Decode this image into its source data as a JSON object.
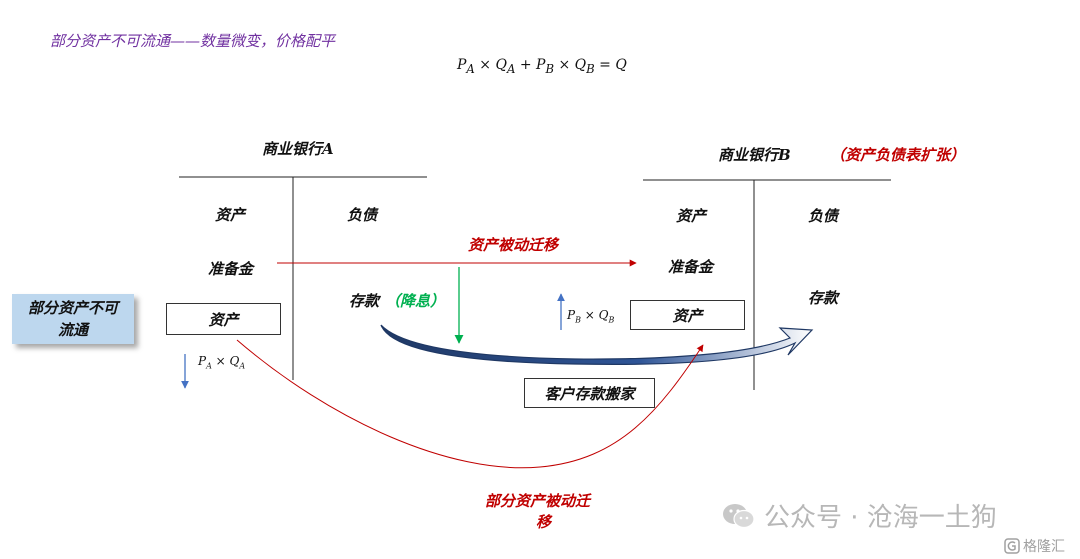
{
  "title": "部分资产不可流通——数量微变，价格配平",
  "formula": {
    "pa": "P",
    "pa_sub": "A",
    "times1": " × ",
    "qa": "Q",
    "qa_sub": "A",
    "plus": " + ",
    "pb": "P",
    "pb_sub": "B",
    "times2": " × ",
    "qb": "Q",
    "qb_sub": "B",
    "eq": " = Q"
  },
  "bank_a": {
    "name": "商业银行A",
    "assets_header": "资产",
    "liabilities_header": "负债",
    "reserve": "准备金",
    "asset_box": "资产",
    "deposit": "存款",
    "deposit_note": "（降息）",
    "price_label": {
      "p": "P",
      "p_sub": "A",
      "times": " × ",
      "q": "Q",
      "q_sub": "A"
    }
  },
  "bank_b": {
    "name": "商业银行B",
    "note": "（资产负债表扩张）",
    "assets_header": "资产",
    "liabilities_header": "负债",
    "reserve": "准备金",
    "asset_box": "资产",
    "deposit": "存款",
    "price_label": {
      "p": "P",
      "p_sub": "B",
      "times": " × ",
      "q": "Q",
      "q_sub": "B"
    }
  },
  "side_box": "部分资产不可流通",
  "reserve_transfer_label": "资产被动迁移",
  "deposit_move_box": "客户存款搬家",
  "partial_transfer_label_line1": "部分资产被动迁",
  "partial_transfer_label_line2": "移",
  "watermark": {
    "icon": "wechat-icon",
    "text": "公众号 · 沧海一土狗",
    "logo_icon": "gelonghui-logo-icon",
    "logo_text": "格隆汇"
  },
  "colors": {
    "title": "#7030a0",
    "accent_red": "#c00000",
    "green": "#00b050",
    "arrow_blue": "#4472c4",
    "navy_arrow_fill": "#1f3864",
    "side_box_bg": "#bdd7ee"
  }
}
